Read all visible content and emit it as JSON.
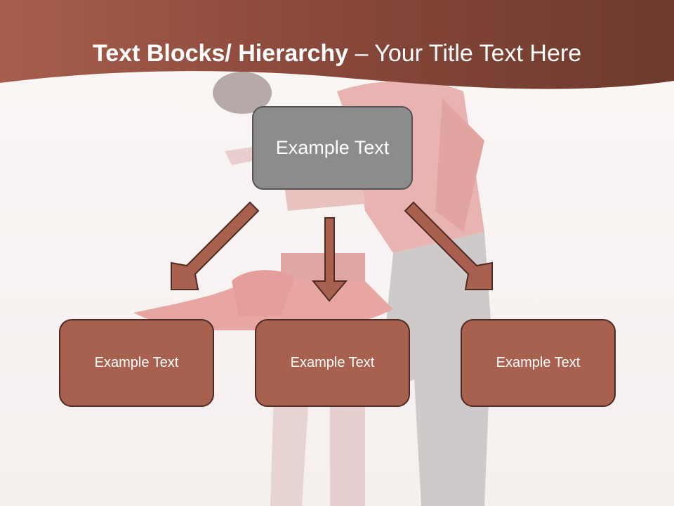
{
  "slide": {
    "title_bold": "Text Blocks/ Hierarchy",
    "title_rest": " – Your Title Text Here"
  },
  "diagram": {
    "top_node": {
      "label": "Example Text"
    },
    "child_nodes": [
      {
        "label": "Example Text"
      },
      {
        "label": "Example Text"
      },
      {
        "label": "Example Text"
      }
    ]
  },
  "colors": {
    "header_band": "#7a3e32",
    "top_node_fill": "#8c8c8c",
    "child_node_fill": "#a8604f",
    "arrow_fill": "#a8604f",
    "arrow_stroke": "#4e2b24"
  }
}
